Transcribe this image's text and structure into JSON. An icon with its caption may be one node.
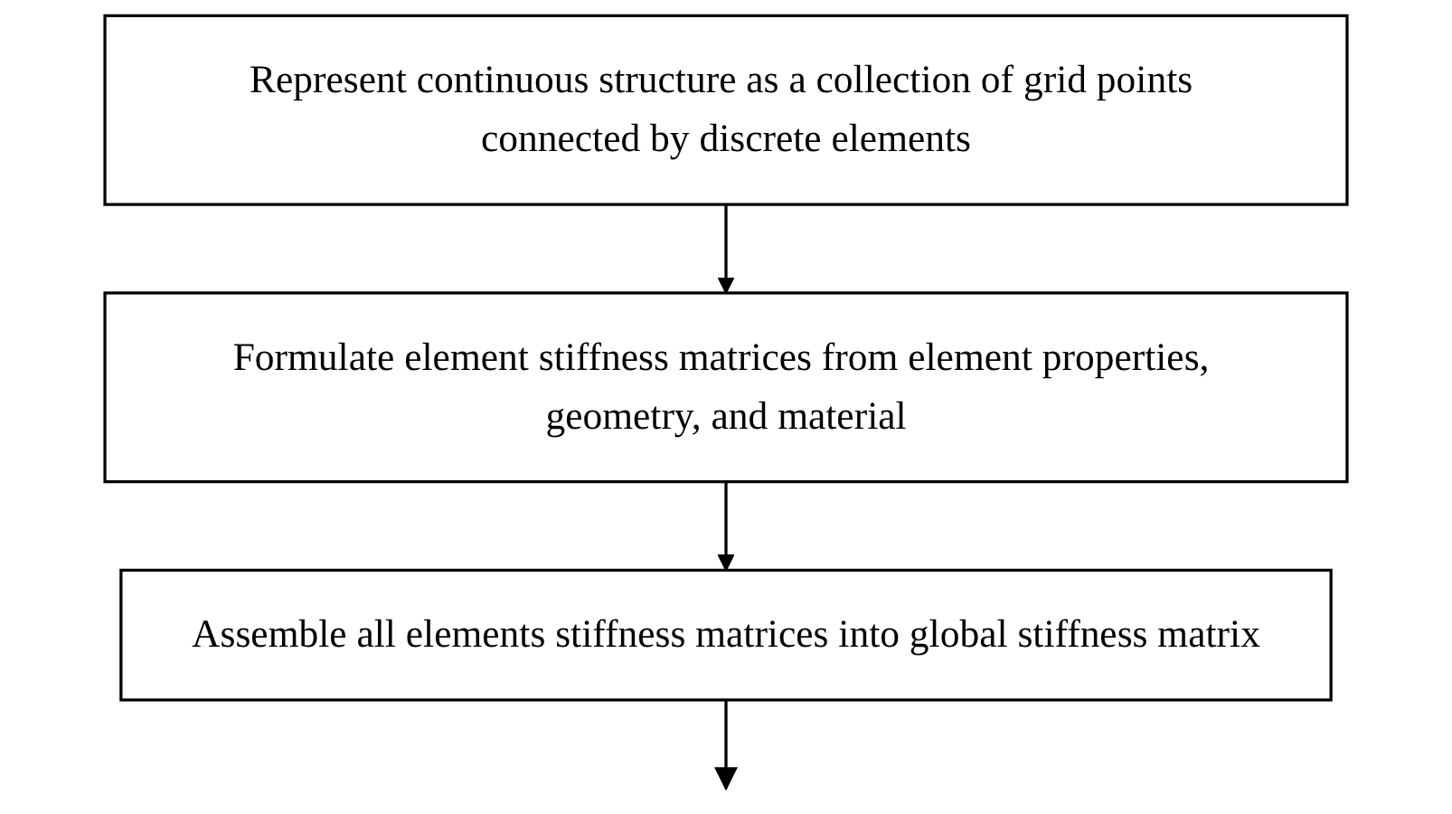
{
  "diagram": {
    "nodes": [
      {
        "text": [
          "Represent continuous structure as a collection of grid points connected by discrete elements"
        ]
      },
      {
        "text": [
          "Formulate element stiffness matrices from element properties, geometry, and material"
        ]
      },
      {
        "text": [
          "Assemble all elements stiffness matrices into global stiffness matrix"
        ]
      }
    ],
    "edges": [
      {
        "from": 0,
        "to": 1,
        "arrow": "to"
      },
      {
        "from": 1,
        "to": 2,
        "arrow": "to"
      },
      {
        "from": 2,
        "to": null,
        "arrow": "to"
      }
    ]
  }
}
